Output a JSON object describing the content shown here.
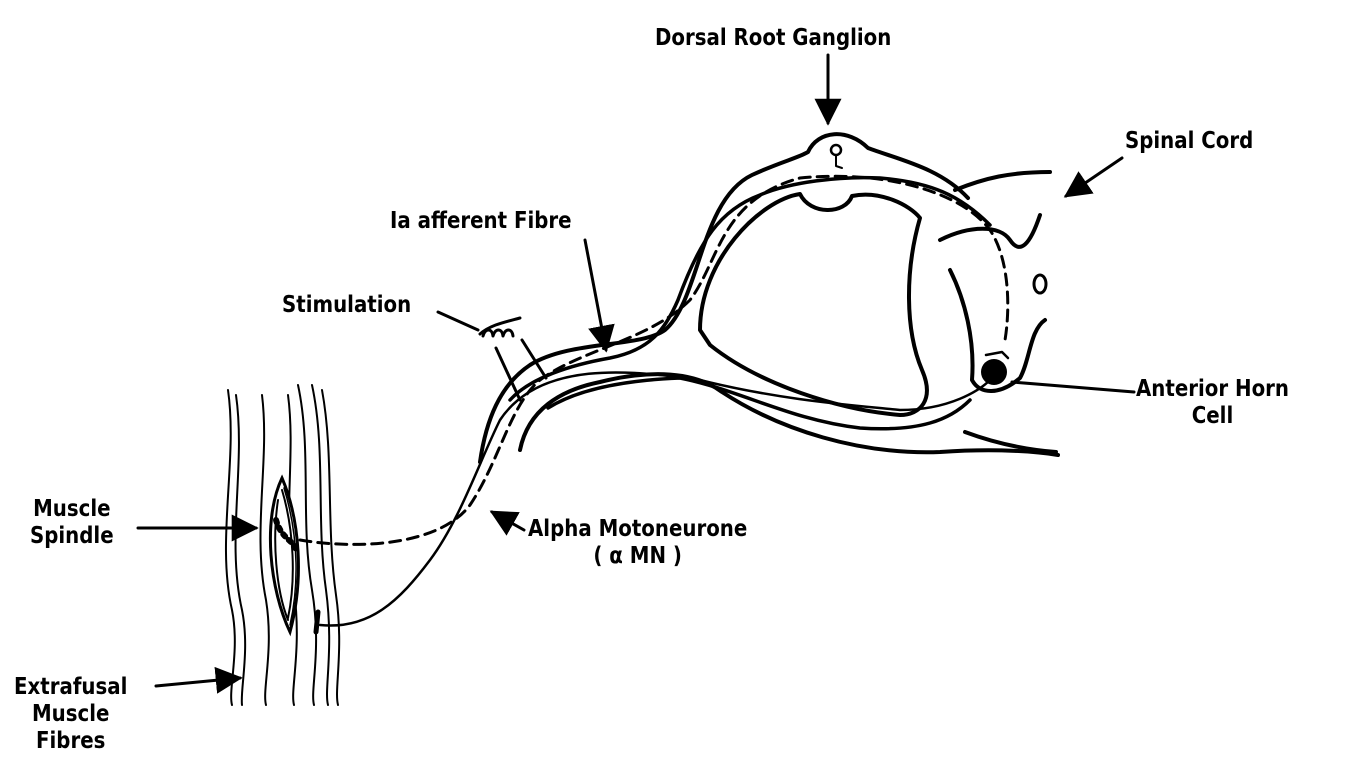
{
  "labels": {
    "dorsal_root_ganglion": "Dorsal Root Ganglion",
    "spinal_cord": "Spinal Cord",
    "ia_afferent_fibre": "Ia afferent Fibre",
    "stimulation": "Stimulation",
    "anterior_horn_cell_line1": "Anterior Horn",
    "anterior_horn_cell_line2": "Cell",
    "muscle_spindle_line1": "Muscle",
    "muscle_spindle_line2": "Spindle",
    "alpha_motoneurone_line1": "Alpha Motoneurone",
    "alpha_motoneurone_line2": "( α MN )",
    "extrafusal_line1": "Extrafusal",
    "extrafusal_line2": "Muscle",
    "extrafusal_line3": "Fibres"
  },
  "colors": {
    "ink": "#000000",
    "background": "#ffffff"
  }
}
